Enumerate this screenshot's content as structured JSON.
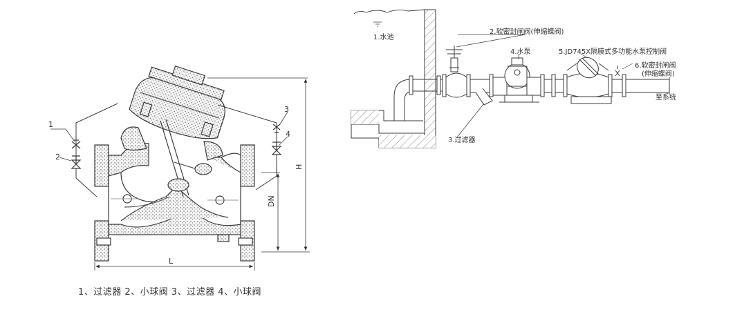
{
  "valve_drawing": {
    "callouts": [
      "1",
      "2",
      "3",
      "4"
    ],
    "dimensions": {
      "height": "H",
      "nominal_diameter": "DN",
      "length": "L"
    }
  },
  "caption": "1、过滤器 2、小球阀 3、过滤器 4、小球阀",
  "installation_diagram": {
    "labels": {
      "water_pool": "1.水池",
      "soft_seal_gate_valve": "2.软密封闸阀(伸缩蝶阀)",
      "filter": "3.过滤器",
      "water_pump": "4.水泵",
      "control_valve": "5.JD745X隔膜式多功能水泵控制阀",
      "soft_seal_gate_valve_2_line1": "6.软密封闸阀",
      "soft_seal_gate_valve_2_line2": "(伸缩蝶阀)",
      "to_system": "至系统"
    }
  },
  "colors": {
    "line": "#3a3a3a",
    "stipple": "#6a6a6a",
    "background": "#ffffff"
  }
}
